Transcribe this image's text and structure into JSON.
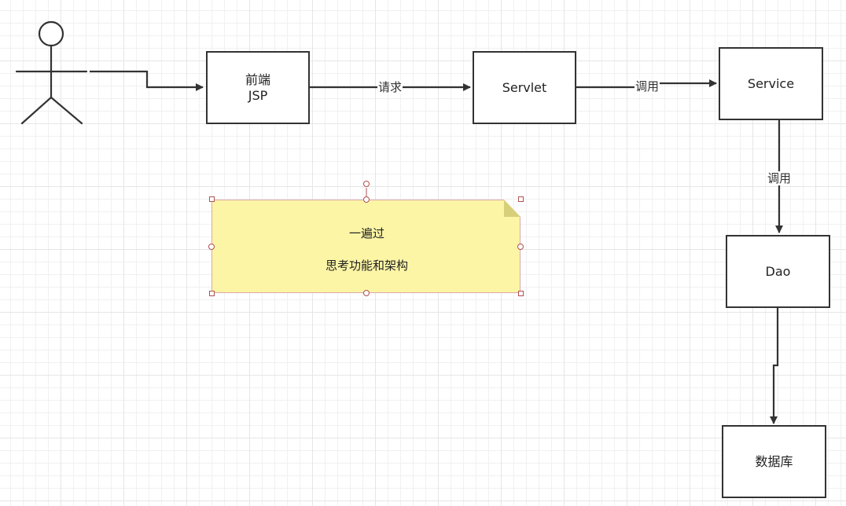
{
  "nodes": {
    "frontend": {
      "line1": "前端",
      "line2": "JSP"
    },
    "servlet": {
      "label": "Servlet"
    },
    "service": {
      "label": "Service"
    },
    "dao": {
      "label": "Dao"
    },
    "database": {
      "label": "数据库"
    }
  },
  "edges": {
    "frontend_to_servlet": {
      "label": "请求"
    },
    "servlet_to_service": {
      "label": "调用"
    },
    "service_to_dao": {
      "label": "调用"
    }
  },
  "note": {
    "line1": "一遍过",
    "line2": "思考功能和架构"
  },
  "colors": {
    "note_fill": "#fdf5a6",
    "stroke": "#333333",
    "selection_handle": "#b05050",
    "grid": "#e6e6e6"
  }
}
